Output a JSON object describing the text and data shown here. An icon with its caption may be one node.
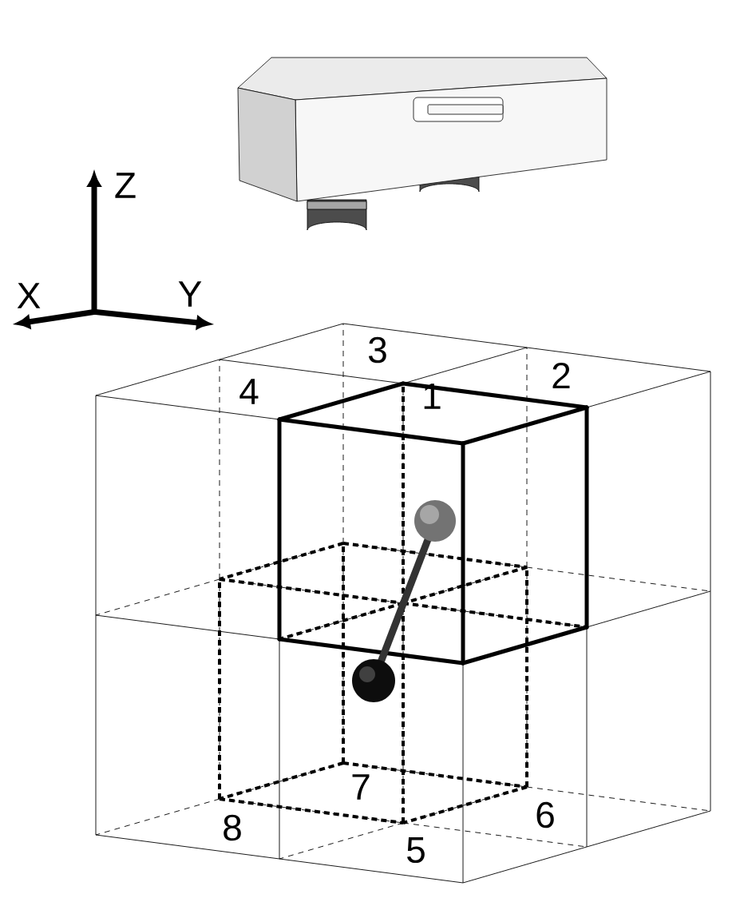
{
  "diagram": {
    "labels": [
      "Z",
      "X",
      "Y",
      "3",
      "2",
      "4",
      "1",
      "7",
      "8",
      "6",
      "5"
    ]
  }
}
